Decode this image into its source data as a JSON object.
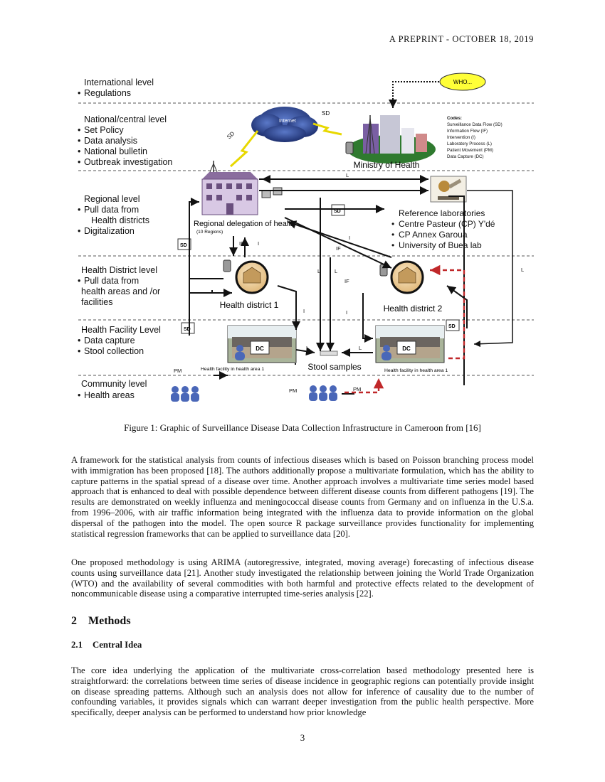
{
  "header": {
    "text": "A PREPRINT - OCTOBER 18, 2019"
  },
  "figure": {
    "levels": [
      {
        "title": "International level",
        "items": [
          "Regulations"
        ]
      },
      {
        "title": "National/central level",
        "items": [
          "Set Policy",
          "Data analysis",
          "National bulletin",
          "Outbreak investigation"
        ]
      },
      {
        "title": "Regional  level",
        "items": [
          "Pull data from",
          "Health districts",
          "Digitalization"
        ]
      },
      {
        "title": "Health District level",
        "items": [
          "Pull data from",
          "health areas  and /or",
          "facilities"
        ]
      },
      {
        "title": "Health Facility Level",
        "items": [
          "Data capture",
          "Stool collection"
        ]
      },
      {
        "title": "Community  level",
        "items": [
          "Health areas"
        ]
      }
    ],
    "who_label": "WHO...",
    "internet_label": "Internet",
    "ministry_label": "Ministry of Health",
    "codes_title": "Codes:",
    "codes": [
      "Surveillance Data Flow (SD)",
      "Information Flow (IF)",
      "Intervention (I)",
      "Laboratory Process (L)",
      "Patient Movement (PM)",
      "Data Capture (DC)"
    ],
    "regional_label": "Regional delegation of health",
    "regional_sub": "(10 Regions)",
    "reference_title": "Reference laboratories",
    "reference_items": [
      "Centre Pasteur (CP) Y'dé",
      "CP  Annex Garoua",
      "University of Buea lab"
    ],
    "district1_label": "Health district 1",
    "district2_label": "Health district 2",
    "stool_label": "Stool samples",
    "facility1_label": "Health facility in  health area 1",
    "facility2_label": "Health facility in  health area 1",
    "tags": {
      "sd": "SD",
      "if": "IF",
      "i": "I",
      "l": "L",
      "pm": "PM",
      "dc": "DC"
    }
  },
  "caption": "Figure 1: Graphic of Surveillance Disease Data Collection Infrastructure in Cameroon from [16]",
  "paragraphs": [
    "A framework for the statistical analysis from counts of infectious diseases which is based on Poisson branching process model with immigration has been proposed [18]. The authors additionally propose a multivariate formulation, which has the ability to capture patterns in the spatial spread of a disease over time. Another approach involves a multivariate time series model based approach that is enhanced to deal with possible dependence between different disease counts from different pathogens [19]. The results are demonstrated on weekly influenza and meningococcal disease counts from Germany and on influenza in the U.S.a. from 1996–2006, with air traffic information being integrated with the influenza data to provide information on the global dispersal of the pathogen into the model. The open source R package surveillance provides functionality for implementing statistical regression frameworks that can be applied to surveillance data [20].",
    "One proposed methodology is using ARIMA (autoregressive, integrated, moving average) forecasting of infectious disease counts using surveillance data [21]. Another study investigated the relationship between joining the World Trade Organization (WTO) and the availability of several commodities with both harmful and protective effects related to the development of noncommunicable disease using a comparative interrupted time-series analysis [22].",
    "The core idea underlying the application of the multivariate cross-correlation based methodology presented here is straightforward: the correlations between time series of disease incidence in geographic regions can potentially provide insight on disease spreading patterns. Although such an analysis does not allow for inference of causality due to the number of confounding variables, it provides signals which can warrant deeper investigation from the public health perspective. More specifically, deeper analysis can be performed to understand how prior knowledge"
  ],
  "section": {
    "number": "2",
    "title": "Methods"
  },
  "subsection": {
    "number": "2.1",
    "title": "Central Idea"
  },
  "page_number": "3"
}
